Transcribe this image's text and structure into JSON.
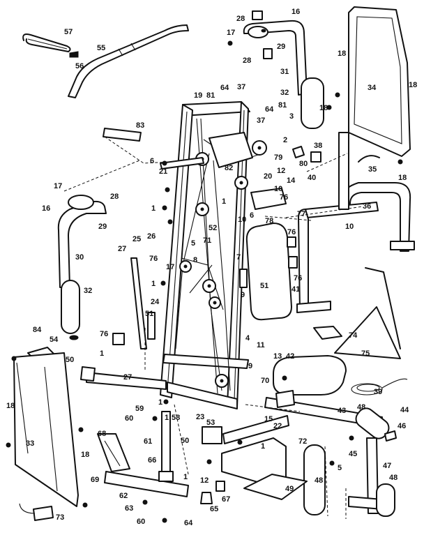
{
  "diagram": {
    "callouts": [
      "1",
      "2",
      "3",
      "4",
      "5",
      "6",
      "7",
      "8",
      "9",
      "10",
      "11",
      "12",
      "13",
      "14",
      "15",
      "16",
      "17",
      "18",
      "19",
      "20",
      "21",
      "22",
      "23",
      "24",
      "25",
      "26",
      "27",
      "28",
      "29",
      "30",
      "31",
      "32",
      "33",
      "34",
      "35",
      "36",
      "37",
      "38",
      "39",
      "40",
      "41",
      "42",
      "43",
      "44",
      "45",
      "46",
      "47",
      "48",
      "49",
      "50",
      "51",
      "52",
      "53",
      "54",
      "55",
      "56",
      "57",
      "58",
      "59",
      "60",
      "61",
      "62",
      "63",
      "64",
      "65",
      "66",
      "67",
      "68",
      "69",
      "70",
      "71",
      "72",
      "73",
      "74",
      "75",
      "76",
      "77",
      "78",
      "79",
      "80",
      "81",
      "82",
      "83",
      "84"
    ]
  }
}
